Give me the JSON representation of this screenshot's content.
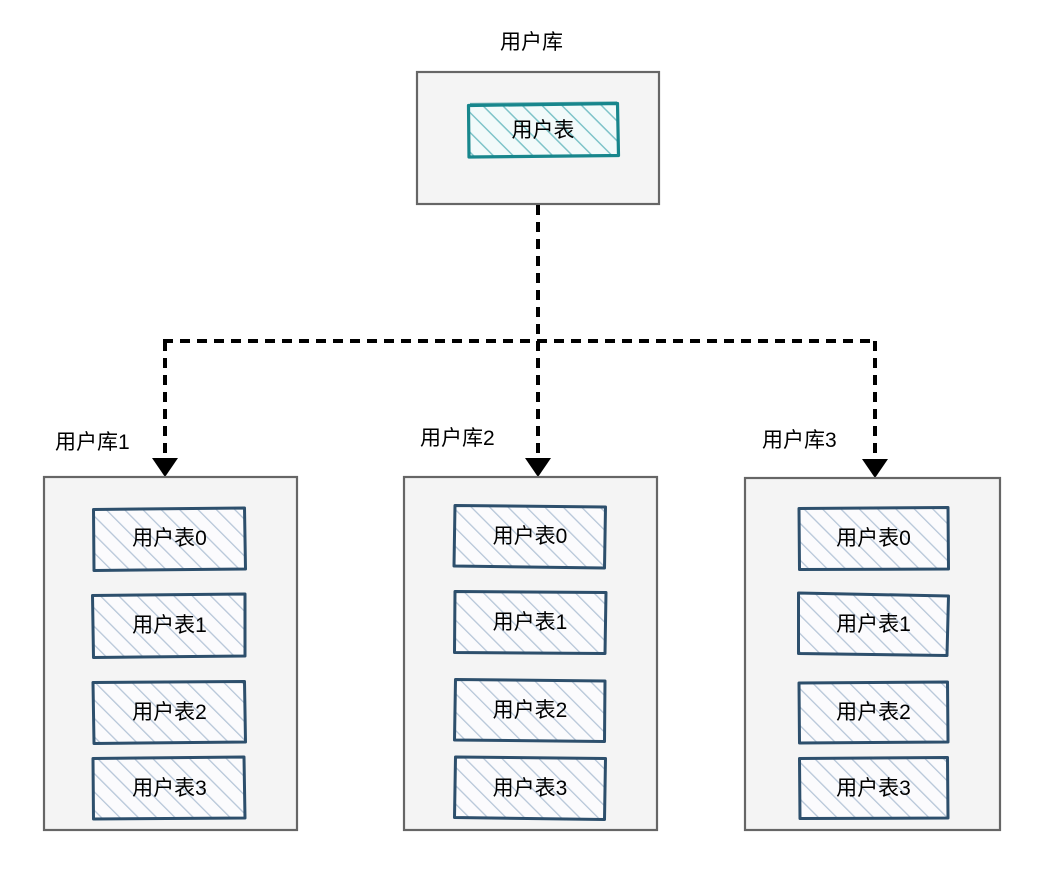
{
  "diagram": {
    "type": "database-sharding-diagram",
    "background_color": "#ffffff",
    "source": {
      "title": "用户库",
      "container_fill": "#f4f4f4",
      "container_stroke": "#666666",
      "table": {
        "label": "用户表",
        "stroke": "#17868c",
        "fill": "#f2fafa",
        "hatch": "#7fc4c9"
      }
    },
    "shards": [
      {
        "title": "用户库1",
        "container_fill": "#f4f4f4",
        "container_stroke": "#666666",
        "tables": [
          {
            "label": "用户表0"
          },
          {
            "label": "用户表1"
          },
          {
            "label": "用户表2"
          },
          {
            "label": "用户表3"
          }
        ]
      },
      {
        "title": "用户库2",
        "container_fill": "#f4f4f4",
        "container_stroke": "#666666",
        "tables": [
          {
            "label": "用户表0"
          },
          {
            "label": "用户表1"
          },
          {
            "label": "用户表2"
          },
          {
            "label": "用户表3"
          }
        ]
      },
      {
        "title": "用户库3",
        "container_fill": "#f4f4f4",
        "container_stroke": "#666666",
        "tables": [
          {
            "label": "用户表0"
          },
          {
            "label": "用户表1"
          },
          {
            "label": "用户表2"
          },
          {
            "label": "用户表3"
          }
        ]
      }
    ],
    "shard_table_style": {
      "stroke": "#2d4f6c",
      "fill": "#fbfbfd",
      "hatch": "#b6c6d8"
    },
    "connectors": {
      "style": "dashed",
      "color": "#000000",
      "width": 4,
      "dash": "10 7",
      "arrowhead": "solid-triangle"
    }
  }
}
